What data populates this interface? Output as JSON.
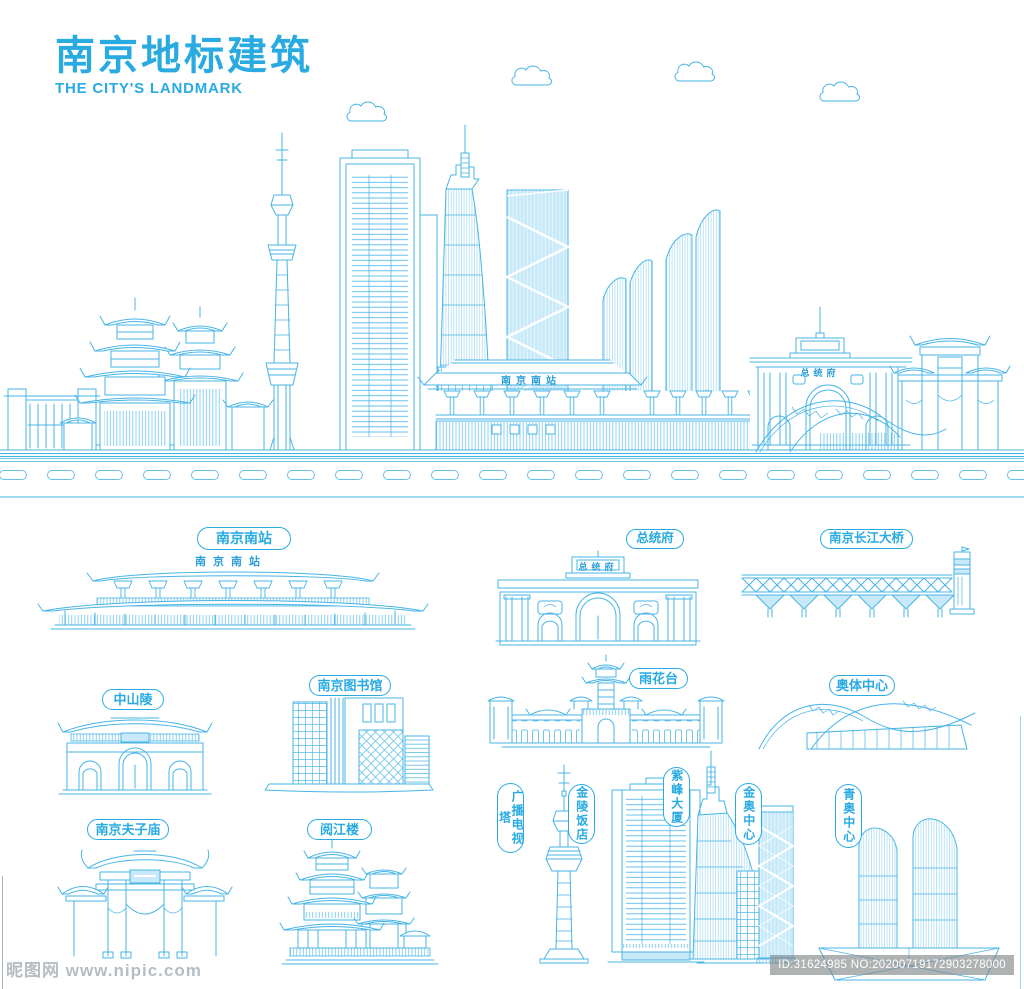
{
  "header": {
    "title_zh": "南京地标建筑",
    "title_en": "THE CITY'S LANDMARK"
  },
  "colors": {
    "accent": "#29ABE2",
    "line": "#47B4E6",
    "light_fill": "#C7E9F9",
    "watermark_gray": "#AEB6BC"
  },
  "skyline_signs": {
    "station": "南京南站",
    "palace": "总统府"
  },
  "landmarks": {
    "nanjing_south_station": {
      "label": "南京南站"
    },
    "presidential_palace": {
      "label": "总统府"
    },
    "yangtze_river_bridge": {
      "label": "南京长江大桥"
    },
    "zhongshan_mausoleum": {
      "label": "中山陵"
    },
    "nanjing_library": {
      "label": "南京图书馆"
    },
    "yuhuatai": {
      "label": "雨花台"
    },
    "olympic_sports_center": {
      "label": "奥体中心"
    },
    "confucius_temple": {
      "label": "南京夫子庙"
    },
    "yuejiang_tower": {
      "label": "阅江楼"
    },
    "radio_tv_tower": {
      "label": "广播电视塔"
    },
    "jinling_hotel": {
      "label": "金陵饭店"
    },
    "zifeng_tower": {
      "label": "紫峰大厦"
    },
    "jinao_center": {
      "label": "金奥中心"
    },
    "qingao_center": {
      "label": "青奥中心"
    }
  },
  "watermark": {
    "site_text": "昵图网 www.nipic.com",
    "id_text": "ID:31624985 NO:20200719172903278000"
  }
}
